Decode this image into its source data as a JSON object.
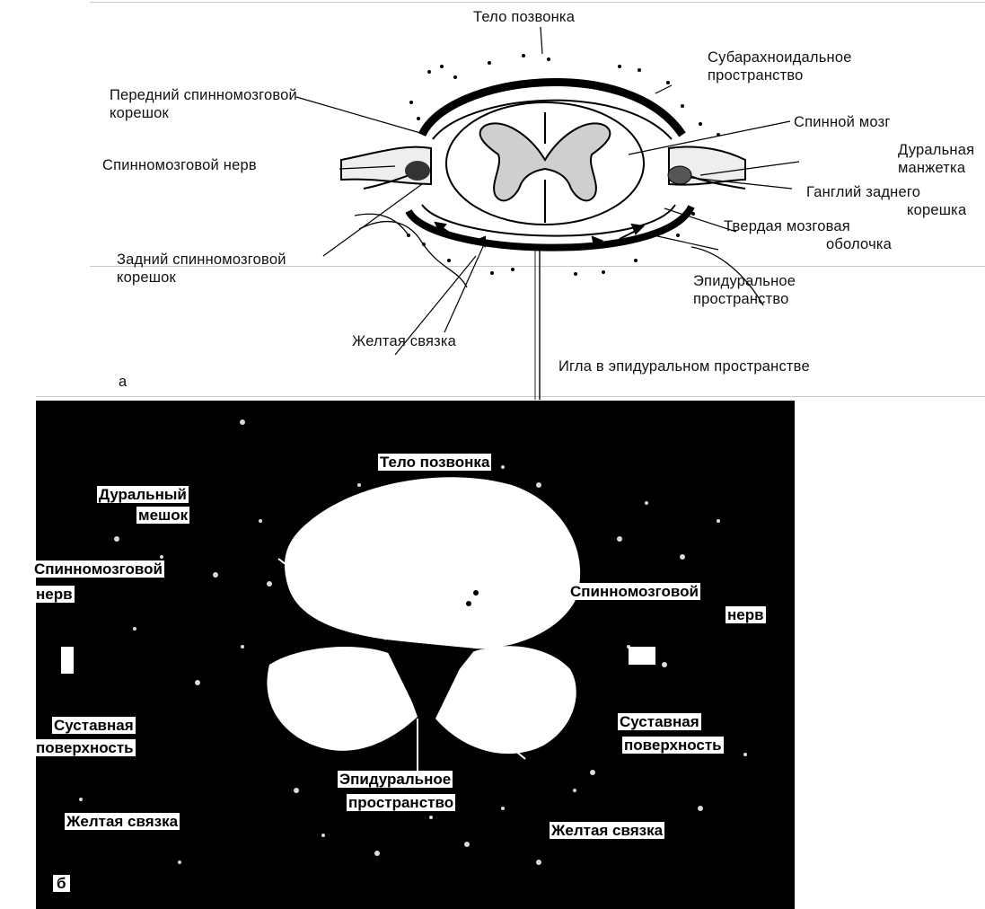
{
  "panel_a": {
    "letter": "а",
    "labels": {
      "vertebral_body": "Тело позвонка",
      "subarachnoid_1": "Субарахноидальное",
      "subarachnoid_2": "пространство",
      "anterior_root_1": "Передний спинномозговой",
      "anterior_root_2": "корешок",
      "spinal_cord": "Спинной мозг",
      "dural_cuff_1": "Дуральная",
      "dural_cuff_2": "манжетка",
      "spinal_nerve": "Спинномозговой нерв",
      "ganglion_1": "Ганглий заднего",
      "ganglion_2": "корешка",
      "dura_1": "Твердая мозговая",
      "dura_2": "оболочка",
      "posterior_root_1": "Задний спинномозговой",
      "posterior_root_2": "корешок",
      "epidural_1": "Эпидуральное",
      "epidural_2": "пространство",
      "ligamentum_flavum": "Желтая связка",
      "needle": "Игла в эпидуральном пространстве"
    }
  },
  "panel_b": {
    "letter": "б",
    "labels": {
      "vertebral_body": "Тело позвонка",
      "dural_sac_1": "Дуральный",
      "dural_sac_2": "мешок",
      "spinal_nerve_left_1": "Спинномозговой",
      "spinal_nerve_left_2": "нерв",
      "spinal_nerve_right_1": "Спинномозговой",
      "spinal_nerve_right_2": "нерв",
      "articular_left_1": "Суставная",
      "articular_left_2": "поверхность",
      "articular_right_1": "Суставная",
      "articular_right_2": "поверхность",
      "epidural_1": "Эпидуральное",
      "epidural_2": "пространство",
      "flavum_left": "Желтая связка",
      "flavum_right": "Желтая связка"
    }
  }
}
